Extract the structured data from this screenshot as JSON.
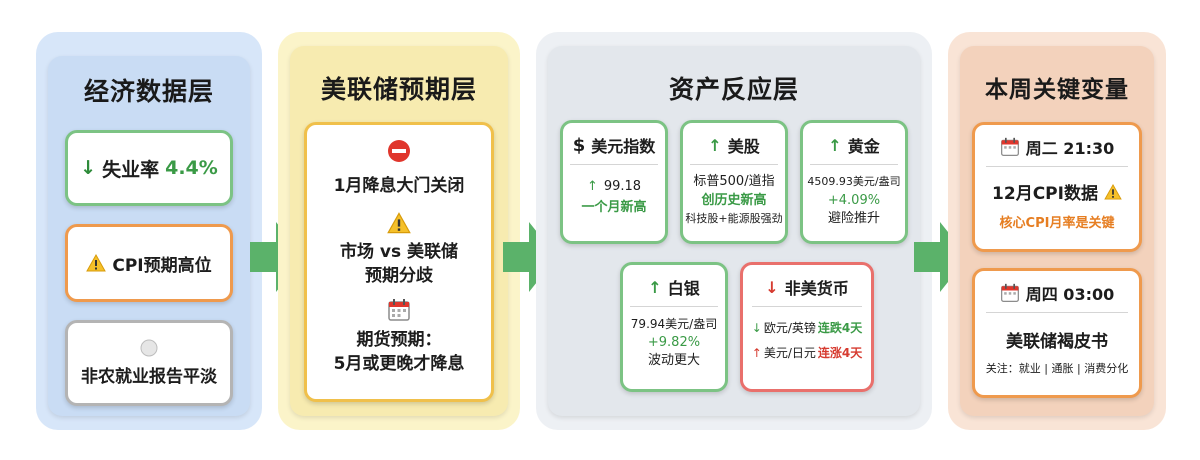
{
  "columns": {
    "data_layer": {
      "title": "经济数据层",
      "unemployment": {
        "label": "失业率",
        "value": "4.4%"
      },
      "cpi_expect": {
        "label": "CPI预期高位"
      },
      "nonfarm": {
        "label": "非农就业报告平淡"
      }
    },
    "fed_layer": {
      "title": "美联储预期层",
      "item1": "1月降息大门关闭",
      "item2_line1": "市场 vs 美联储",
      "item2_line2": "预期分歧",
      "item3_line1": "期货预期：",
      "item3_line2": "5月或更晚才降息"
    },
    "asset_layer": {
      "title": "资产反应层",
      "usd": {
        "name": "美元指数",
        "value": "99.18",
        "note": "一个月新高"
      },
      "stocks": {
        "name": "美股",
        "line1": "标普500/道指",
        "line2": "创历史新高",
        "line3": "科技股+能源股强劲"
      },
      "gold": {
        "name": "黄金",
        "price": "4509.93美元/盎司",
        "change": "+4.09%",
        "note": "避险推升"
      },
      "silver": {
        "name": "白银",
        "price": "79.94美元/盎司",
        "change": "+9.82%",
        "note": "波动更大"
      },
      "fx": {
        "name": "非美货币",
        "line1_pair": "欧元/英镑",
        "line1_trend": "连跌4天",
        "line2_pair": "美元/日元",
        "line2_trend": "连涨4天"
      }
    },
    "key_vars": {
      "title": "本周关键变量",
      "event1": {
        "time": "周二 21:30",
        "name": "12月CPI数据",
        "note": "核心CPI月率是关键"
      },
      "event2": {
        "time": "周四 03:00",
        "name": "美联储褐皮书",
        "note": "关注：就业 | 通胀 | 消费分化"
      }
    }
  },
  "colors": {
    "up_green": "#3a9a46",
    "down_red": "#d63b30",
    "accent_orange": "#e67e22",
    "arrow_green": "#5bb26a"
  }
}
